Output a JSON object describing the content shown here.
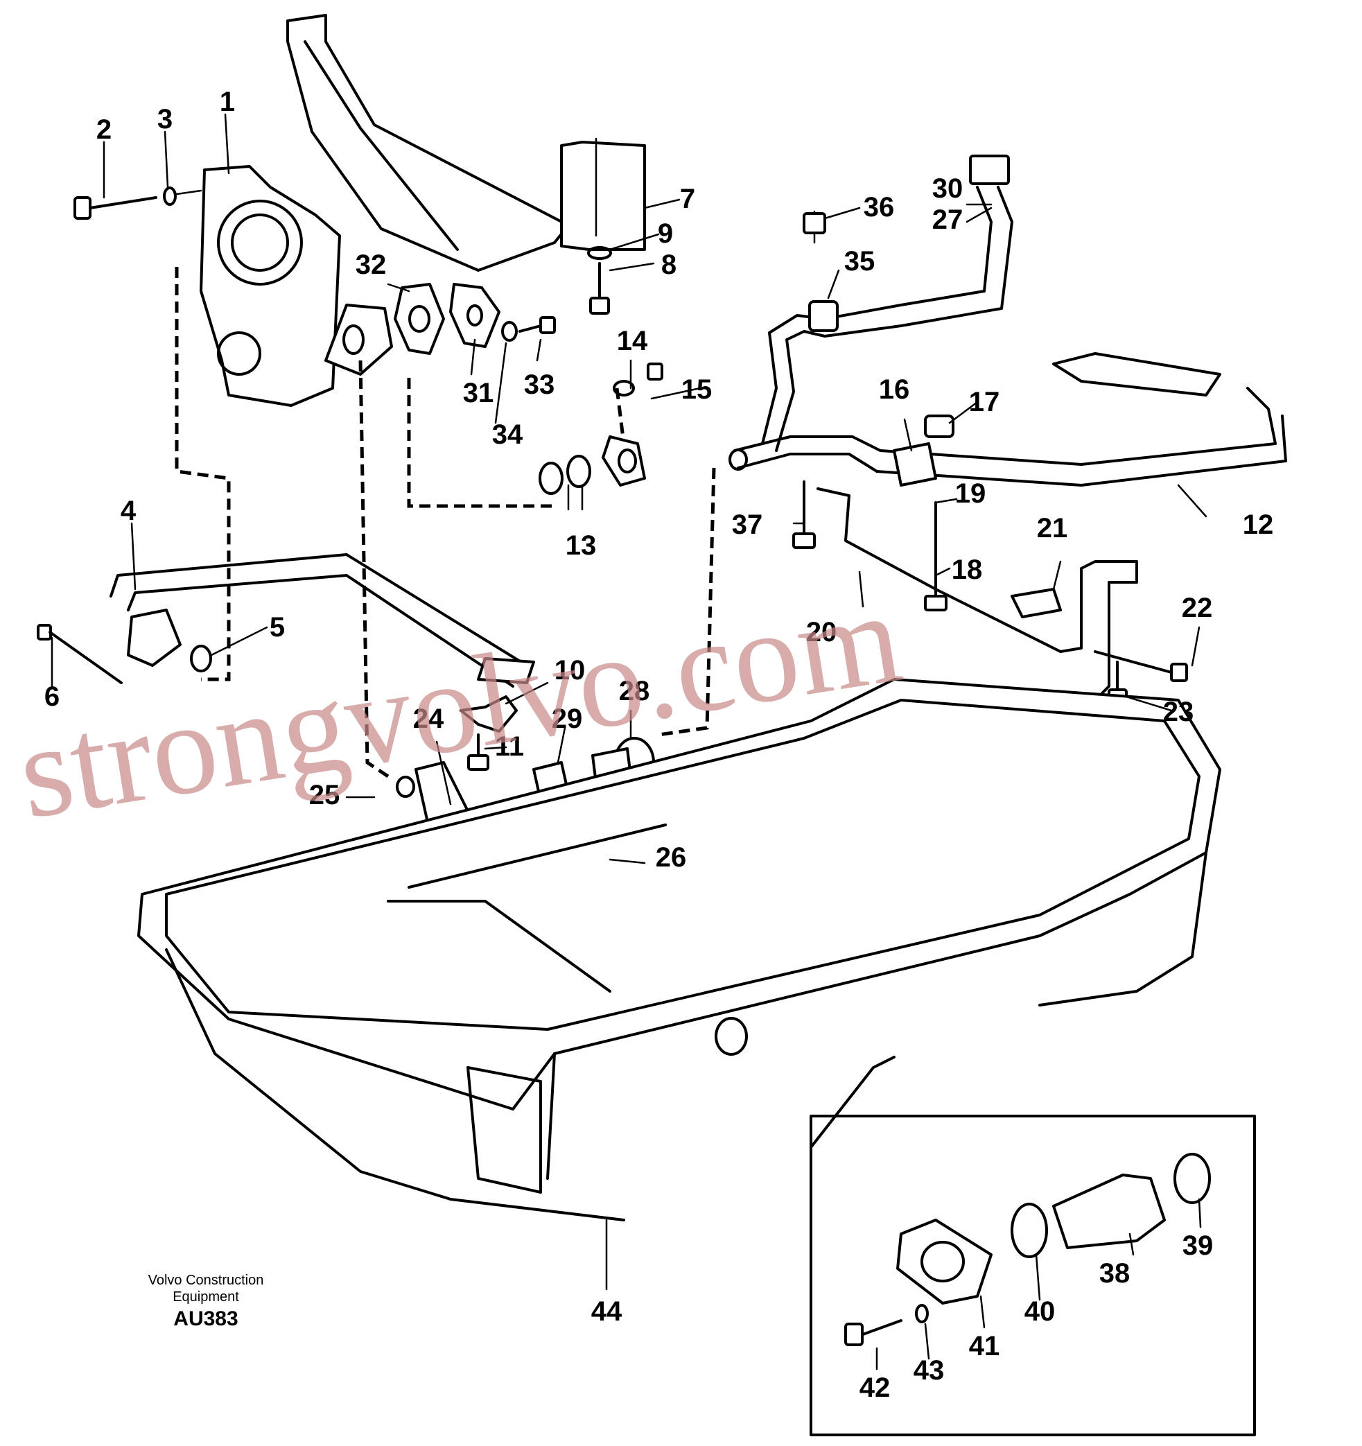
{
  "callouts": [
    "1",
    "2",
    "3",
    "4",
    "5",
    "6",
    "7",
    "8",
    "9",
    "10",
    "11",
    "12",
    "13",
    "14",
    "15",
    "16",
    "17",
    "18",
    "19",
    "20",
    "21",
    "22",
    "23",
    "24",
    "25",
    "26",
    "27",
    "28",
    "29",
    "30",
    "31",
    "32",
    "33",
    "34",
    "35",
    "36",
    "37",
    "38",
    "39",
    "40",
    "41",
    "42",
    "43",
    "44"
  ],
  "watermark": "strongvolvo.com",
  "brand_line1": "Volvo Construction",
  "brand_line2": "Equipment",
  "figure_code": "AU383"
}
